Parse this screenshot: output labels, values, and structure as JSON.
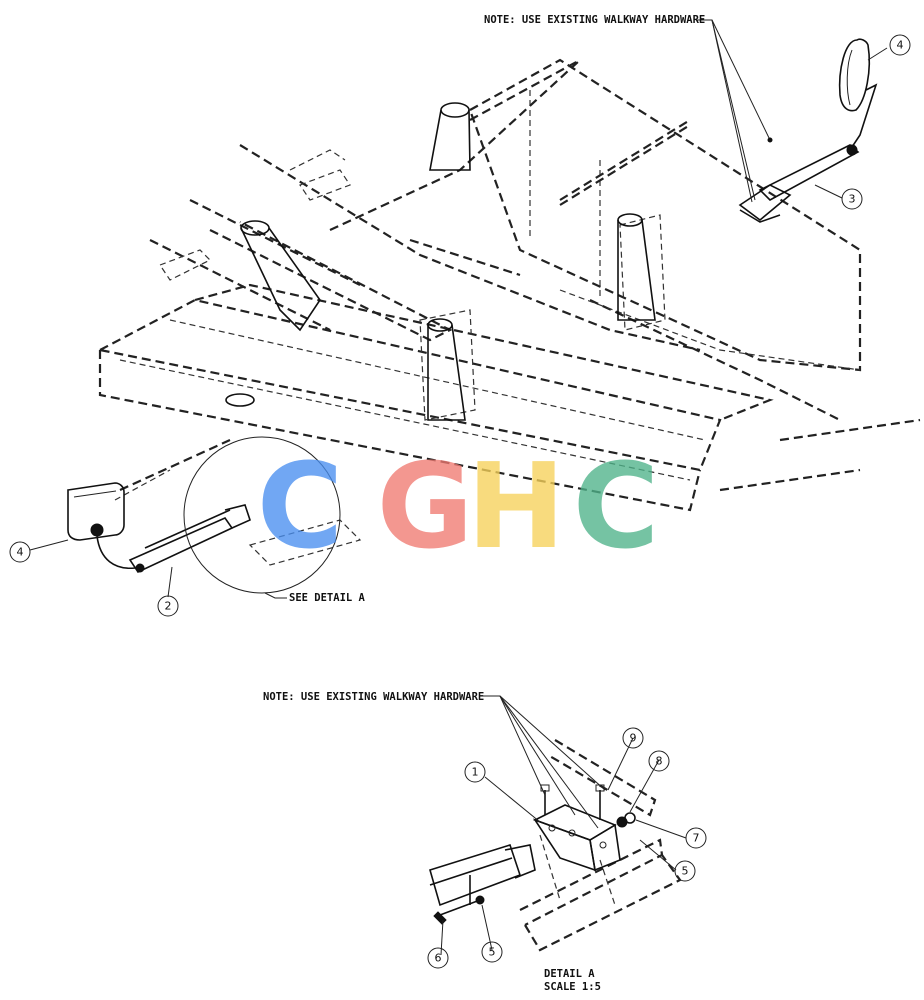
{
  "notes": {
    "top": "NOTE: USE EXISTING WALKWAY HARDWARE",
    "detail": "NOTE: USE EXISTING WALKWAY HARDWARE",
    "see_detail": "SEE DETAIL  A",
    "detail_title": "DETAIL  A",
    "detail_scale": "SCALE  1:5"
  },
  "callouts": {
    "c4_top": "4",
    "c3": "3",
    "c4_left": "4",
    "c2": "2",
    "c1": "1",
    "c9": "9",
    "c8": "8",
    "c7": "7",
    "c5_right": "5",
    "c6": "6",
    "c5_bottom": "5"
  },
  "watermark": {
    "letters": [
      "C",
      "G",
      "H",
      "C"
    ],
    "colors": [
      "#4a8ff0",
      "#f07a72",
      "#f7d25a",
      "#4fb38a"
    ]
  }
}
